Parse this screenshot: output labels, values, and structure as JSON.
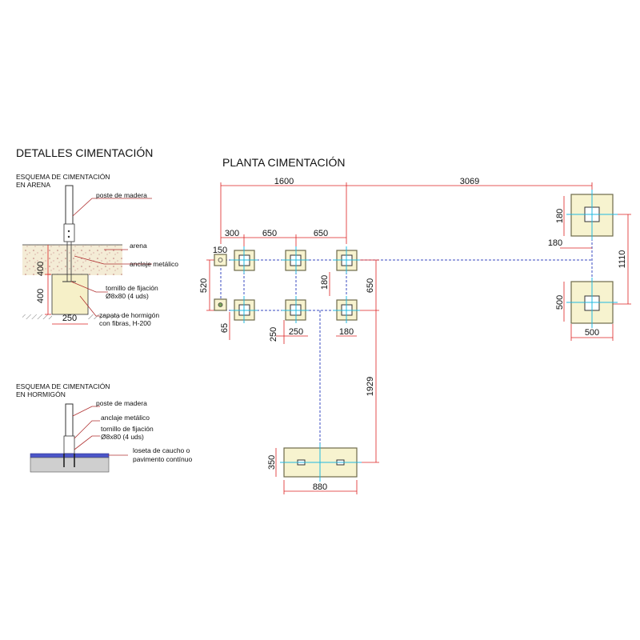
{
  "details": {
    "title": "DETALLES CIMENTACIÓN",
    "sand": {
      "subtitle_1": "ESQUEMA DE CIMENTACIÓN",
      "subtitle_2": "EN ARENA",
      "labels": {
        "wood_post": "poste de madera",
        "sand": "arena",
        "metal_anchor": "anclaje metálico",
        "bolt_1": "tornillo de fijación",
        "bolt_2": "Ø8x80 (4 uds)",
        "footing_1": "zapata de hormigón",
        "footing_2": "con fibras, H-200"
      },
      "dims": {
        "top_depth": "400",
        "bottom_depth": "400",
        "width": "250"
      }
    },
    "concrete": {
      "subtitle_1": "ESQUEMA DE CIMENTACIÓN",
      "subtitle_2": "EN HORMIGÓN",
      "labels": {
        "wood_post": "poste de madera",
        "metal_anchor": "anclaje metálico",
        "bolt_1": "tornillo de fijación",
        "bolt_2": "Ø8x80 (4 uds)",
        "tile_1": "loseta de caucho o",
        "tile_2": "pavimento contínuo"
      }
    }
  },
  "plan": {
    "title": "PLANTA CIMENTACIÓN",
    "dims": {
      "d1600": "1600",
      "d3069": "3069",
      "d300": "300",
      "d650a": "650",
      "d650b": "650",
      "d150": "150",
      "d520": "520",
      "d65": "65",
      "d180v": "180",
      "d650v": "650",
      "d250v": "250",
      "d250h": "250",
      "d180h": "180",
      "d1929": "1929",
      "d350": "350",
      "d880": "880",
      "d180r": "180",
      "d180r2": "180",
      "d1110": "1110",
      "d500v": "500",
      "d500h": "500"
    }
  },
  "colors": {
    "dimension": "#d22222",
    "axis_blue": "#3a4bc0",
    "axis_cyan": "#21b8e0",
    "concrete_fill": "#f7f3cf"
  }
}
